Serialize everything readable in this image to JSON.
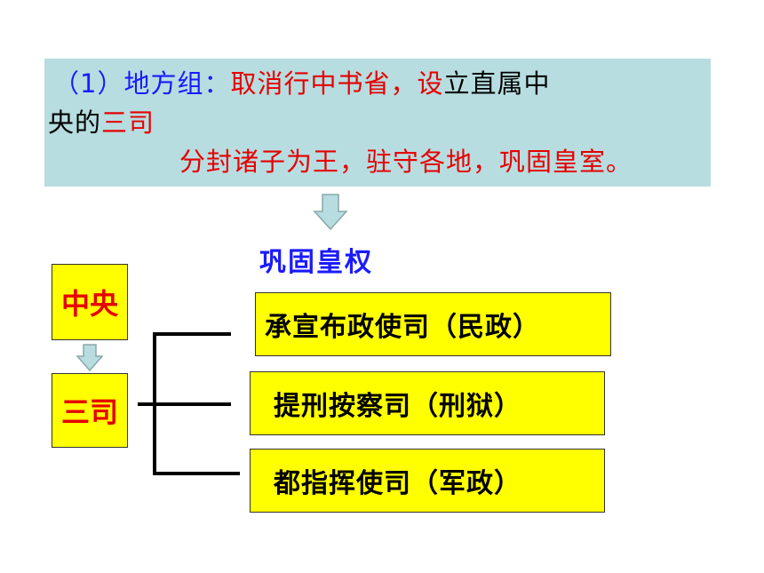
{
  "textbox": {
    "prefix": "（1）地方组：",
    "red_part1": "取消行中书省，设",
    "black_part1": "立直属中",
    "black_part2": "央的",
    "red_part2": "三司",
    "red_line3": "分封诸子为王，驻守各地，巩固皇室。"
  },
  "heading": "巩固皇权",
  "boxes": {
    "center": "中央",
    "sansi": "三司"
  },
  "offices": [
    {
      "label": "承宣布政使司（民政）"
    },
    {
      "label": "提刑按察司（刑狱）"
    },
    {
      "label": "都指挥使司（军政）"
    }
  ],
  "colors": {
    "box_fill": "#ffff00",
    "textbox_bg": "#b7dde0",
    "accent_red": "#e60000",
    "accent_blue": "#1a1aff",
    "arrow_fill": "#b7dde0"
  }
}
